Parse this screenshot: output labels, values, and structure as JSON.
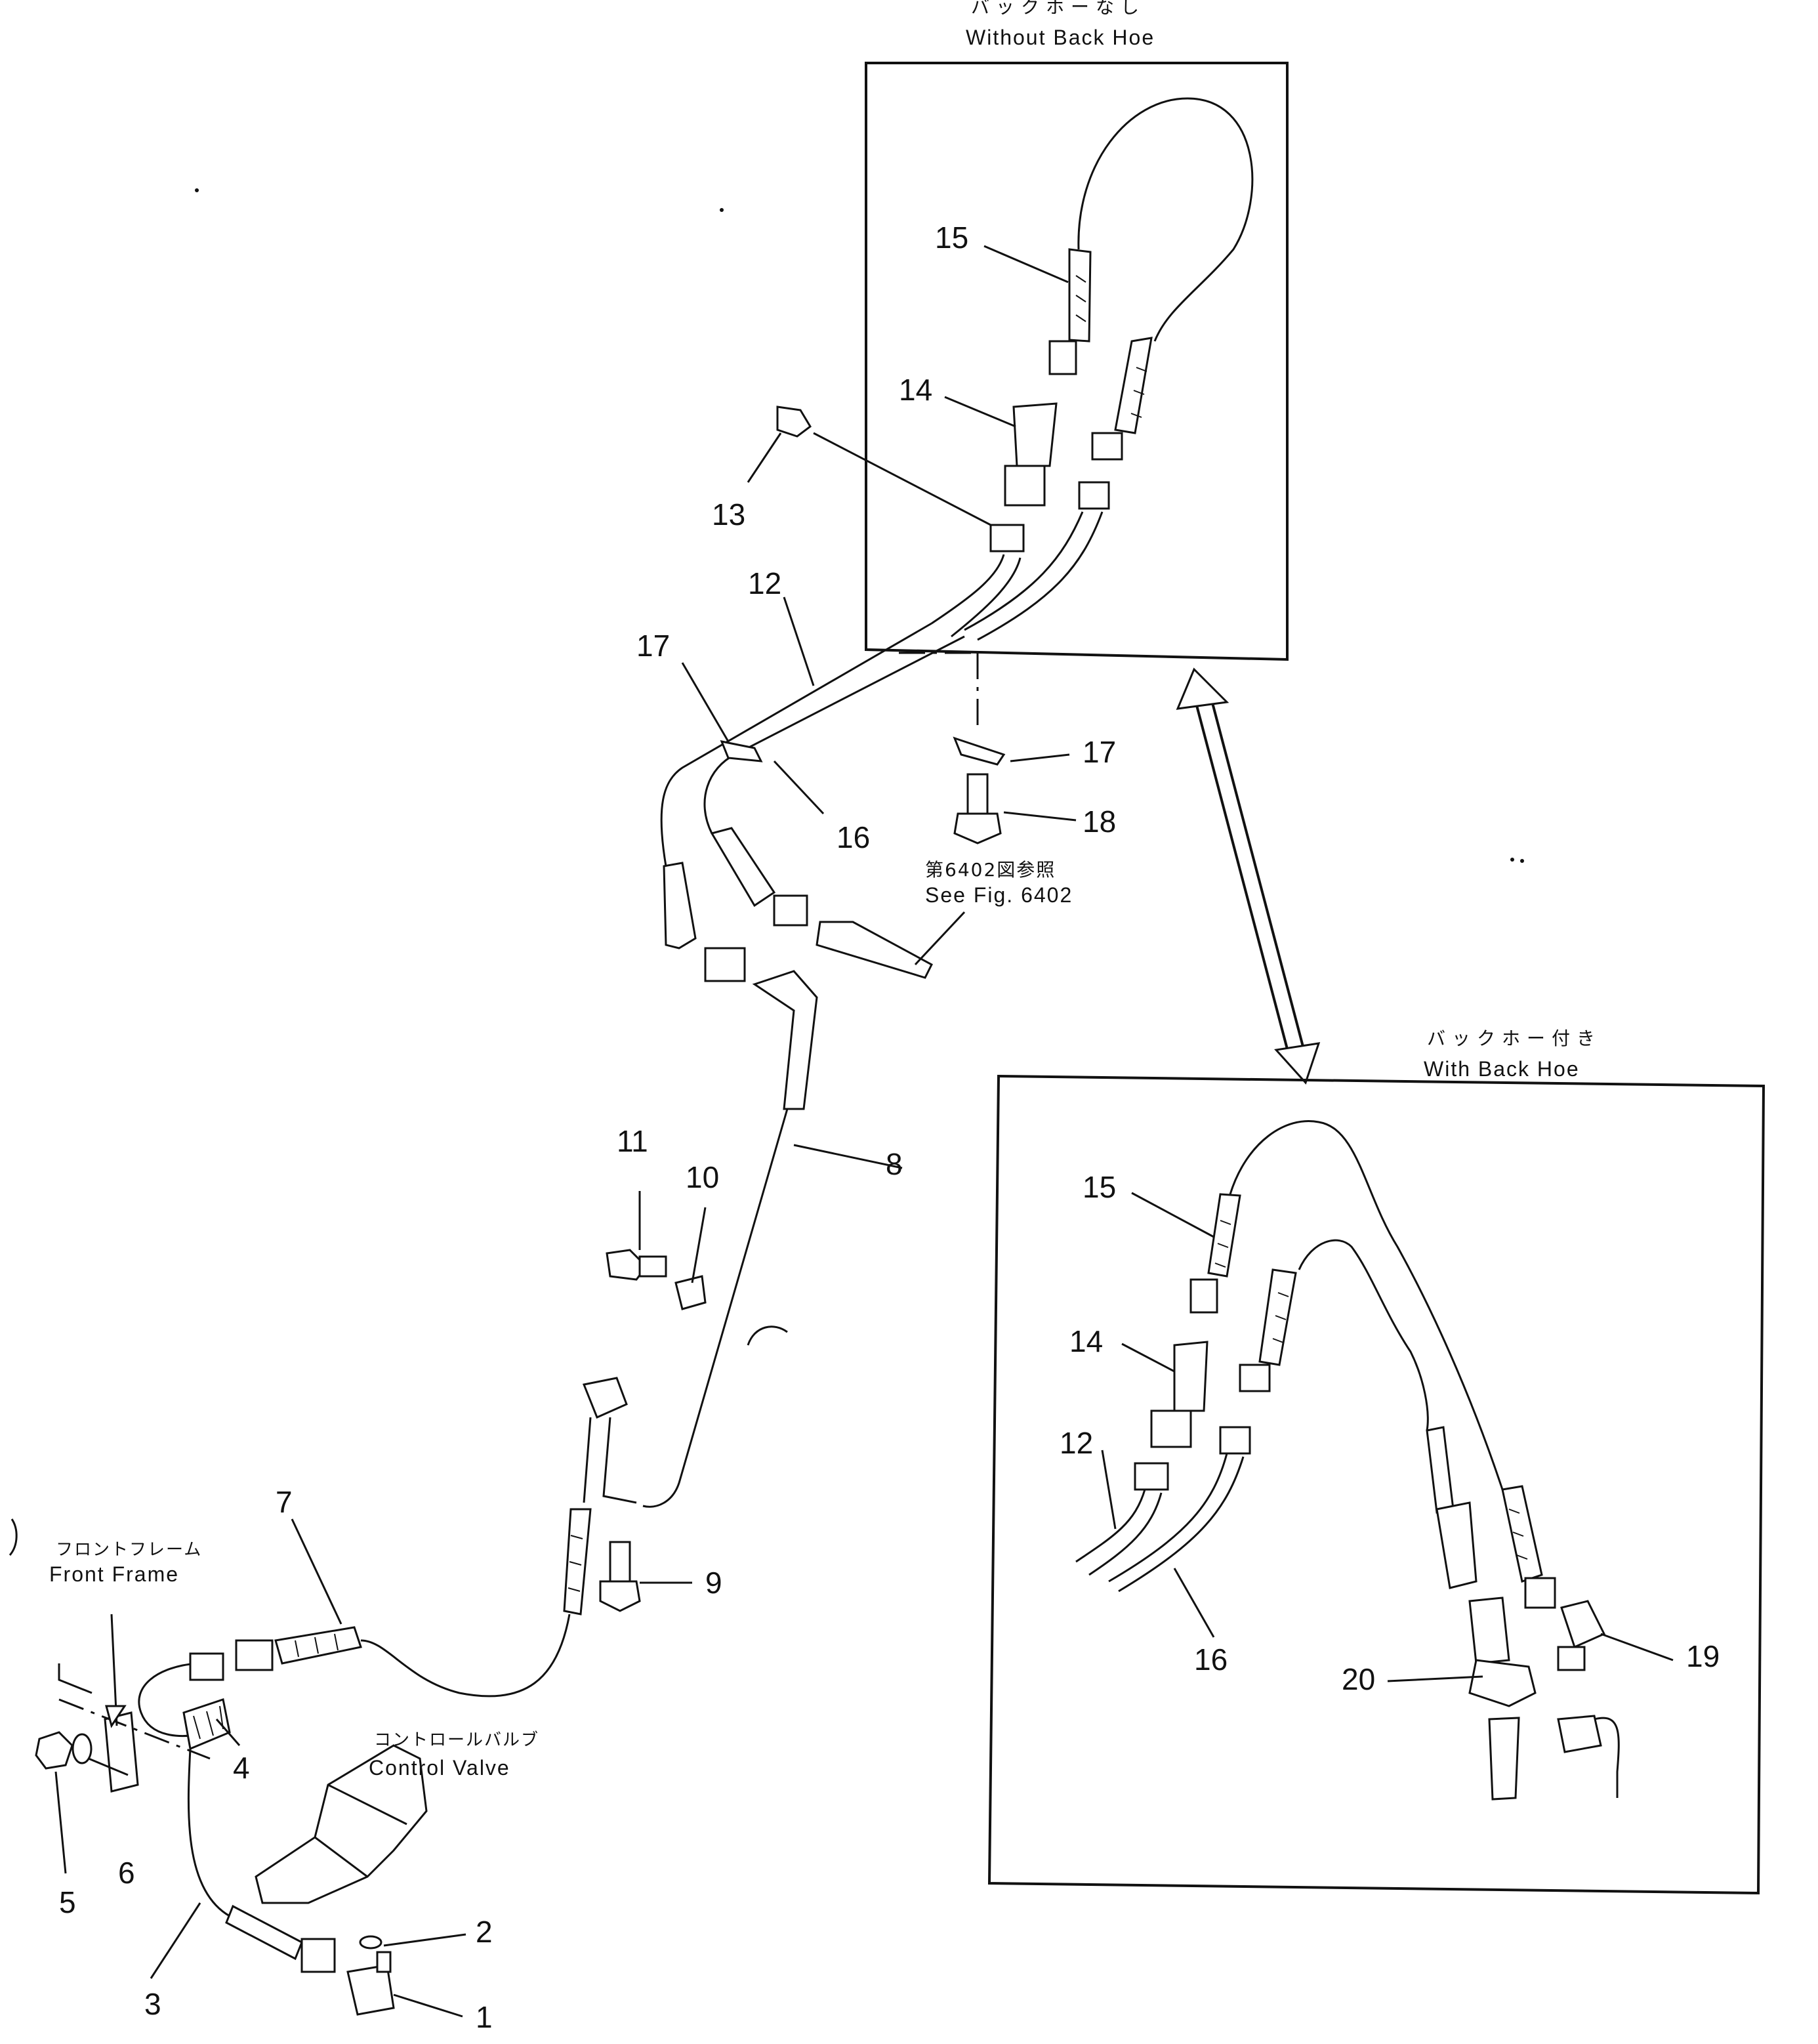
{
  "panels": {
    "without_back_hoe": {
      "caption_jp": "バックホーなし",
      "caption_en": "Without Back Hoe"
    },
    "with_back_hoe": {
      "caption_jp": "バックホー付き",
      "caption_en": "With Back Hoe"
    }
  },
  "references": {
    "see_fig_jp": "第6402図参照",
    "see_fig_en": "See Fig. 6402",
    "front_frame_jp": "フロントフレーム",
    "front_frame_en": "Front Frame",
    "control_valve_jp": "コントロールバルブ",
    "control_valve_en": "Control Valve"
  },
  "part_numbers": {
    "main": [
      "1",
      "2",
      "3",
      "4",
      "5",
      "6",
      "7",
      "8",
      "9",
      "10",
      "11",
      "12",
      "13",
      "14",
      "15",
      "16",
      "17",
      "17",
      "18"
    ],
    "with_back_hoe": [
      "12",
      "14",
      "15",
      "16",
      "19",
      "20"
    ]
  }
}
